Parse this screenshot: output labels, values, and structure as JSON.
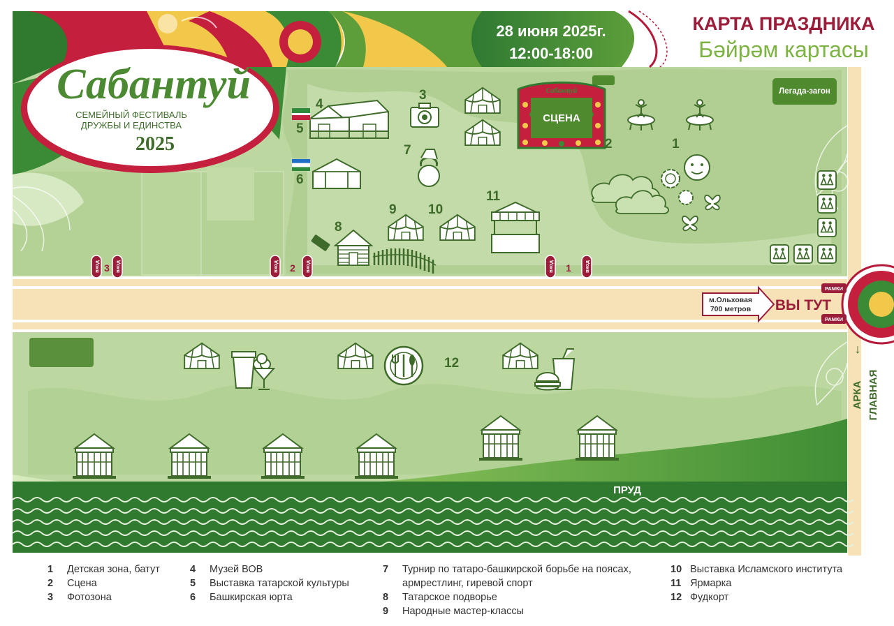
{
  "header": {
    "logo_title": "Сабантуй",
    "logo_sub1": "СЕМЕЙНЫЙ ФЕСТИВАЛЬ",
    "logo_sub2": "ДРУЖБЫ И ЕДИНСТВА",
    "logo_year": "2025",
    "date": "28 июня 2025г.",
    "time": "12:00-18:00",
    "title_ru": "КАРТА ПРАЗДНИКА",
    "title_tt": "Бәйрәм картасы"
  },
  "map": {
    "stage_label": "СЦЕНА",
    "stage_small_logo": "Сабантуй",
    "legaga_label": "Легада-загон",
    "pond_label": "ПРУД",
    "you_are_here": "ВЫ ТУТ",
    "metro_line1": "м.Ольховая",
    "metro_line2": "700 метров",
    "frame_label": "РАМКИ",
    "arch_line1": "АРКА",
    "arch_line2": "ГЛАВНАЯ",
    "entrance_word": "вход",
    "entrance_numbers": [
      "3",
      "2",
      "1"
    ],
    "zone_numbers": [
      "1",
      "2",
      "3",
      "4",
      "5",
      "6",
      "7",
      "8",
      "9",
      "10",
      "11",
      "12"
    ]
  },
  "legend": {
    "col1": [
      {
        "n": "1",
        "t": "Детская зона, батут"
      },
      {
        "n": "2",
        "t": "Сцена"
      },
      {
        "n": "3",
        "t": "Фотозона"
      }
    ],
    "col2": [
      {
        "n": "4",
        "t": "Музей ВОВ"
      },
      {
        "n": "5",
        "t": "Выставка татарской культуры"
      },
      {
        "n": "6",
        "t": "Башкирская юрта"
      }
    ],
    "col3": [
      {
        "n": "7",
        "t": "Турнир по татаро-башкирской борьбе на поясах,"
      },
      {
        "n": "",
        "t": "армрестлинг, гиревой спорт"
      },
      {
        "n": "8",
        "t": "Татарское подворье"
      },
      {
        "n": "9",
        "t": "Народные мастер-классы"
      }
    ],
    "col4": [
      {
        "n": "10",
        "t": "Выставка Исламского института"
      },
      {
        "n": "11",
        "t": "Ярмарка"
      },
      {
        "n": "12",
        "t": "Фудкорт"
      }
    ]
  },
  "colors": {
    "field": "#bcd7a0",
    "field_dark": "#a7c988",
    "path": "#f7e2b8",
    "green": "#4f8a2f",
    "dark_green": "#3e6b2a",
    "red": "#b5193a",
    "maroon": "#9b1d3a",
    "yellow": "#f2c84b"
  }
}
